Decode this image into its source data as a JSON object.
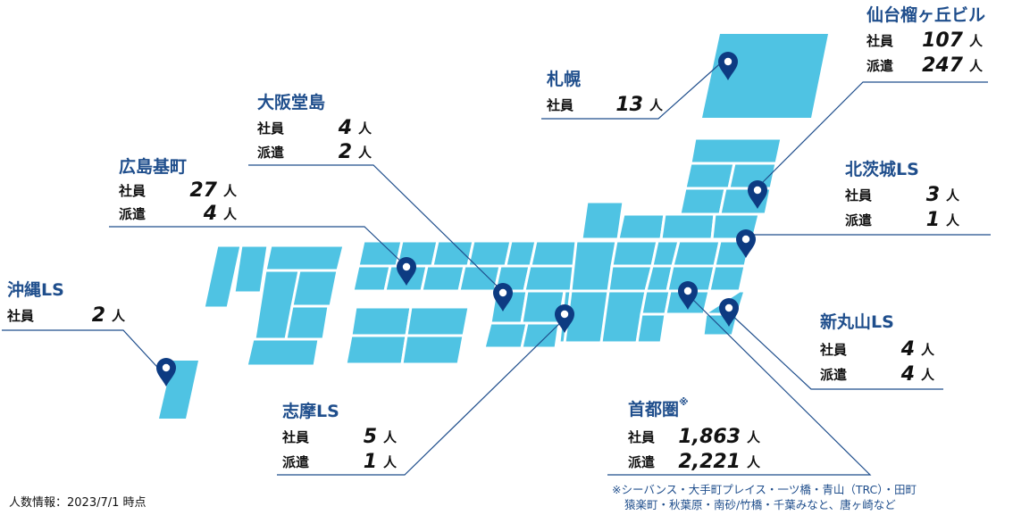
{
  "offices": [
    {
      "id": "okinawa",
      "name": "沖縄LS",
      "rows": [
        {
          "label": "社員",
          "value": "2",
          "unit": "人"
        }
      ]
    },
    {
      "id": "hiroshima",
      "name": "広島基町",
      "rows": [
        {
          "label": "社員",
          "value": "27",
          "unit": "人"
        },
        {
          "label": "派遣",
          "value": "4",
          "unit": "人"
        }
      ]
    },
    {
      "id": "osaka",
      "name": "大阪堂島",
      "rows": [
        {
          "label": "社員",
          "value": "4",
          "unit": "人"
        },
        {
          "label": "派遣",
          "value": "2",
          "unit": "人"
        }
      ]
    },
    {
      "id": "sapporo",
      "name": "札幌",
      "rows": [
        {
          "label": "社員",
          "value": "13",
          "unit": "人"
        }
      ]
    },
    {
      "id": "sendai",
      "name": "仙台榴ヶ丘ビル",
      "rows": [
        {
          "label": "社員",
          "value": "107",
          "unit": "人"
        },
        {
          "label": "派遣",
          "value": "247",
          "unit": "人"
        }
      ]
    },
    {
      "id": "kitaibaraki",
      "name": "北茨城LS",
      "rows": [
        {
          "label": "社員",
          "value": "3",
          "unit": "人"
        },
        {
          "label": "派遣",
          "value": "1",
          "unit": "人"
        }
      ]
    },
    {
      "id": "shinmaruyama",
      "name": "新丸山LS",
      "rows": [
        {
          "label": "社員",
          "value": "4",
          "unit": "人"
        },
        {
          "label": "派遣",
          "value": "4",
          "unit": "人"
        }
      ]
    },
    {
      "id": "shima",
      "name": "志摩LS",
      "rows": [
        {
          "label": "社員",
          "value": "5",
          "unit": "人"
        },
        {
          "label": "派遣",
          "value": "1",
          "unit": "人"
        }
      ]
    },
    {
      "id": "shutoken",
      "name": "首都圏",
      "name_mark": "※",
      "rows": [
        {
          "label": "社員",
          "value": "1,863",
          "unit": "人"
        },
        {
          "label": "派遣",
          "value": "2,221",
          "unit": "人"
        }
      ]
    }
  ],
  "footnote": {
    "line1": "※シーバンス・大手町プレイス・一ツ橋・青山（TRC）・田町",
    "line2": "猿楽町・秋葉原・南砂/竹橋・千葉みなと、唐ヶ崎など"
  },
  "as_of": "人数情報：2023/7/1 時点",
  "colors": {
    "land": "#4fc3e3",
    "pin": "#0d3b82",
    "leader": "#1f4e8c",
    "name": "#1f4e8c"
  },
  "icons": {
    "pin": "map-pin-icon"
  }
}
